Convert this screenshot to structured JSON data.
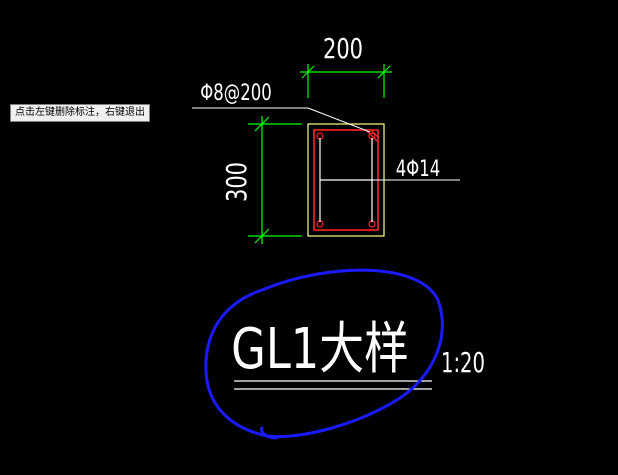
{
  "status_tooltip": "点击左键删除标注，右键退出",
  "drawing": {
    "dim_width": "200",
    "dim_height": "300",
    "stirrup_label": "Φ8@200",
    "rebar_label": "4Φ14",
    "title": "GL1大样",
    "scale": "1:20"
  },
  "colors": {
    "background": "#000000",
    "dimension": "#00ff00",
    "outline": "#ffff80",
    "rebar": "#ff2020",
    "annotation_line": "#ffffff",
    "text": "#ffffff",
    "highlight_circle": "#1a1aff"
  }
}
